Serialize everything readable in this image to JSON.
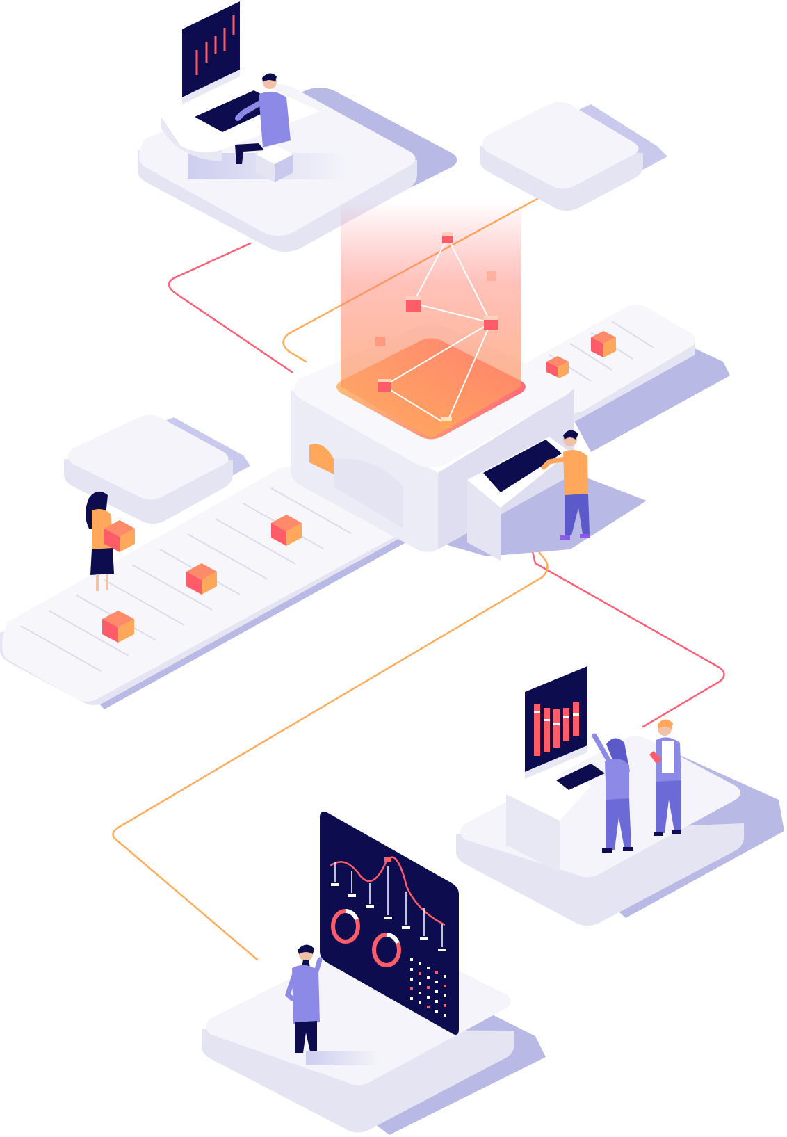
{
  "palette": {
    "background": "#ffffff",
    "platform_top": "#f4f4fa",
    "platform_side": "#e4e4f2",
    "platform_shadow": "#b9b9e6",
    "navy": "#0c0c4e",
    "periwinkle": "#8c8ae6",
    "orange": "#ffa75a",
    "coral": "#ff5c6a",
    "line_red": "#ff6078",
    "line_orange": "#ffad5c"
  },
  "icons": [
    "desk-workstation",
    "conveyor-belt",
    "processing-machine",
    "analytics-dashboard",
    "bar-chart-monitor",
    "person-figure",
    "cube-box"
  ]
}
